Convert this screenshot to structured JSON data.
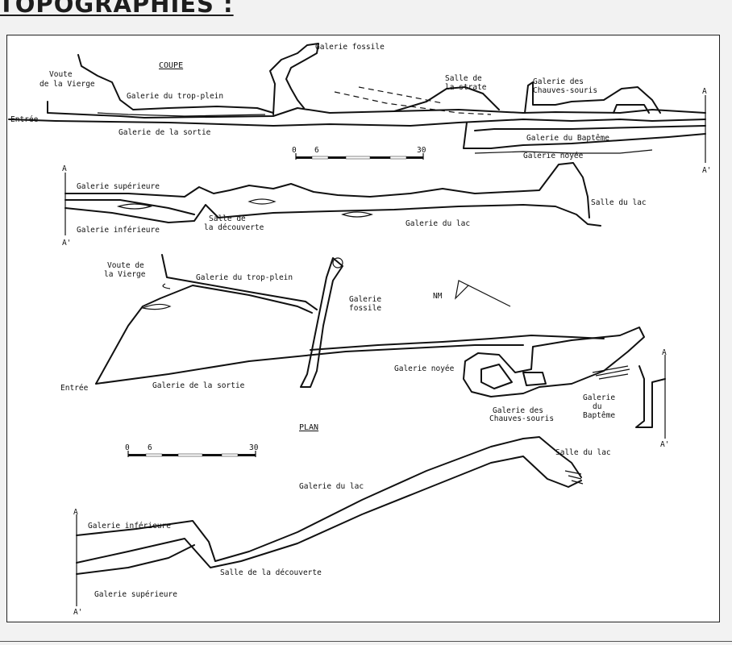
{
  "heading": "TOPOGRAPHIES :",
  "coupe": {
    "title": "COUPE",
    "labels": {
      "voute_line1": "Voute",
      "voute_line2": "de la Vierge",
      "galerie_trop_plein": "Galerie du trop-plein",
      "galerie_fossile": "Galerie fossile",
      "salle_strate_line1": "Salle de",
      "salle_strate_line2": "la strate",
      "chauves_line1": "Galerie des",
      "chauves_line2": "Chauves-souris",
      "entree": "Entrée",
      "galerie_sortie": "Galerie de la sortie",
      "galerie_bapteme": "Galerie du Baptême",
      "galerie_noyee": "Galerie noyée",
      "galerie_superieure": "Galerie supérieure",
      "galerie_inferieure": "Galerie inférieure",
      "salle_decouverte_line1": "Salle de",
      "salle_decouverte_line2": "la découverte",
      "galerie_lac": "Galerie du lac",
      "salle_lac": "Salle du lac",
      "a_top": "A",
      "a_prime_top": "A'",
      "a_mid": "A",
      "a_prime_mid": "A'"
    },
    "scale": {
      "start": "0",
      "mid": "6",
      "end": "30"
    }
  },
  "plan": {
    "title": "PLAN",
    "labels": {
      "voute_line1": "Voute de",
      "voute_line2": "la Vierge",
      "galerie_trop_plein": "Galerie du trop-plein",
      "galerie_fossile_line1": "Galerie",
      "galerie_fossile_line2": "fossile",
      "nm": "NM",
      "galerie_noyee": "Galerie noyée",
      "entree": "Entrée",
      "galerie_sortie": "Galerie de la sortie",
      "chauves_line1": "Galerie des",
      "chauves_line2": "Chauves-souris",
      "bapteme_line1": "Galerie",
      "bapteme_line2": "du",
      "bapteme_line3": "Baptême",
      "salle_lac": "Salle du lac",
      "galerie_lac": "Galerie du lac",
      "galerie_inferieure": "Galerie inférieure",
      "salle_decouverte": "Salle de la découverte",
      "galerie_superieure": "Galerie supérieure",
      "a_right": "A",
      "a_prime_right": "A'",
      "a_left": "A",
      "a_prime_left": "A'"
    },
    "scale": {
      "start": "0",
      "mid": "6",
      "end": "30"
    }
  }
}
